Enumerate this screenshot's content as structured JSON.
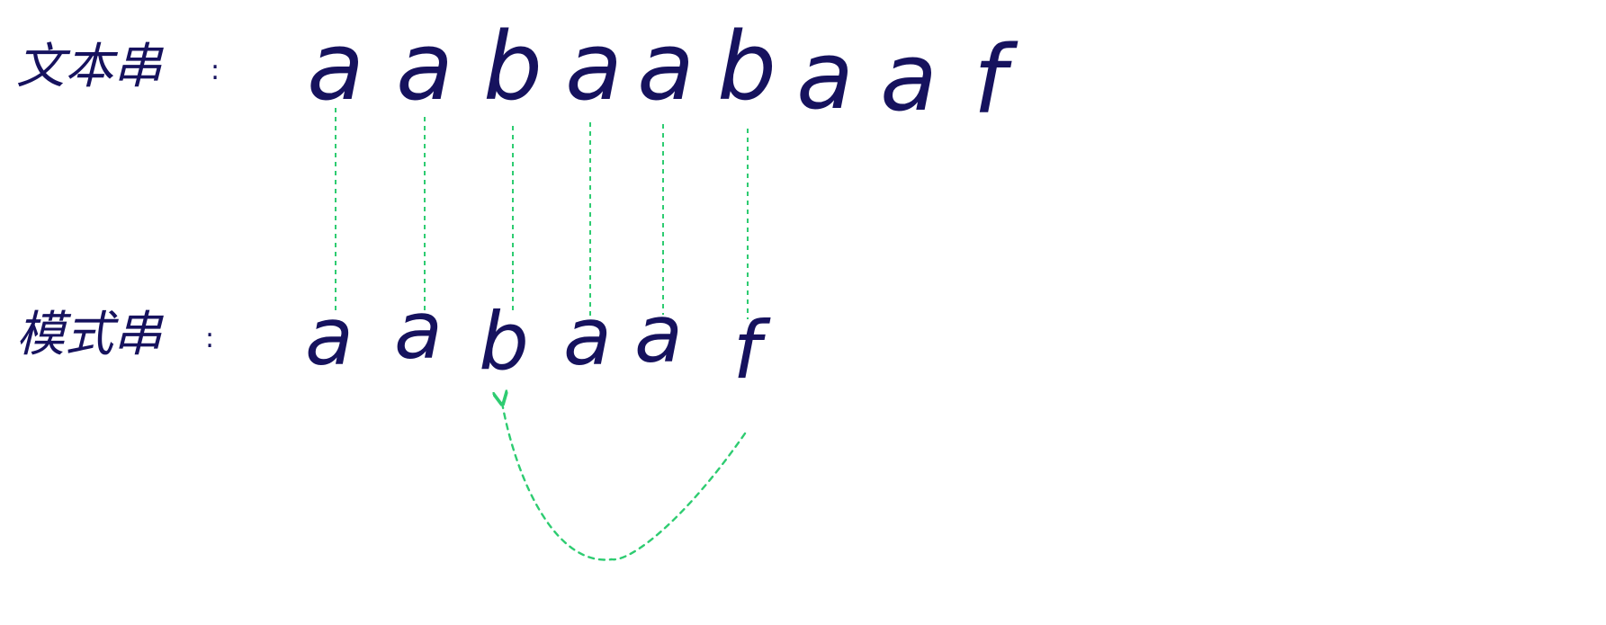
{
  "text_string": {
    "label": "文本串",
    "colon": ":",
    "chars": [
      "a",
      "a",
      "b",
      "a",
      "a",
      "b",
      "a",
      "a",
      "f"
    ]
  },
  "pattern_string": {
    "label": "模式串",
    "colon": ":",
    "chars": [
      "a",
      "a",
      "b",
      "a",
      "a",
      "f"
    ]
  },
  "colors": {
    "ink": "#16125e",
    "accent": "#2ecc71"
  },
  "matches": {
    "aligned_count": 6,
    "jump_from_pattern_index": 5,
    "jump_to_pattern_index": 2
  }
}
